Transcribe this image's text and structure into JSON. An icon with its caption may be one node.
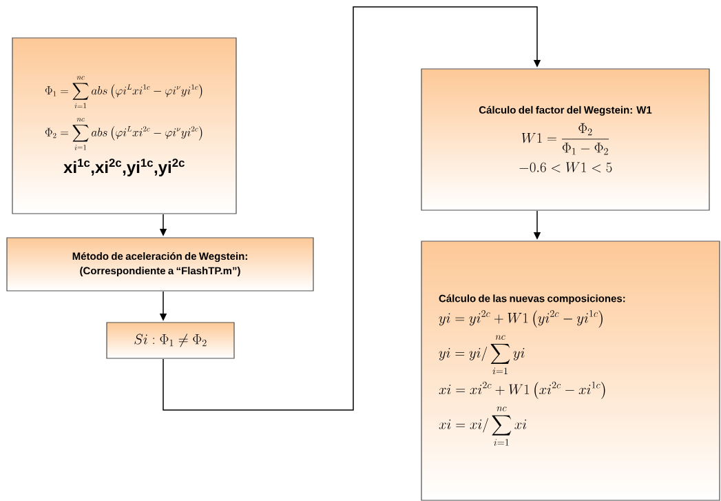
{
  "diagram": {
    "nodes": [
      {
        "text": [
          "\\Phi_1 = \\sum_{i=1}^{nc} abs\\left(\\varphi i^L xi^{1c} - \\varphi i^{\\nu} yi^{1c}\\right)",
          "\\Phi_2 = \\sum_{i=1}^{nc} abs\\left(\\varphi i^L xi^{2c} - \\varphi i^{\\nu} yi^{2c}\\right)",
          "xi$^{1c}$,xi$^{2c}$,yi$^{1c}$,yi$^{2c}$"
        ]
      },
      {
        "text": [
          "Método de aceleración de Wegstein:",
          "(Correspondiente a “FlashTP.m”)"
        ]
      },
      {
        "text": [
          "Si : \\Phi_1 \\neq \\Phi_2"
        ]
      },
      {
        "text": [
          "Cálculo del factor del Wegstein: W1",
          "W1 = \\frac{\\Phi_2}{\\Phi_1 - \\Phi_2}",
          "-0.6 < W1 < 5"
        ]
      },
      {
        "text": [
          "Cálculo de las nuevas composiciones:",
          "yi = yi^{2c} + W1\\left(yi^{2c} - yi^{1c}\\right)",
          "yi = yi / \\sum_{i=1}^{nc} yi",
          "xi = xi^{2c} + W1\\left(xi^{2c} - xi^{1c}\\right)",
          "xi = xi / \\sum_{i=1}^{nc} xi"
        ]
      }
    ],
    "edges": [
      {
        "from": 0,
        "to": 1,
        "arrow": "to"
      },
      {
        "from": 1,
        "to": 2,
        "arrow": "to"
      },
      {
        "from": 2,
        "to": 3,
        "arrow": "to"
      },
      {
        "from": 3,
        "to": 4,
        "arrow": "to"
      }
    ]
  }
}
